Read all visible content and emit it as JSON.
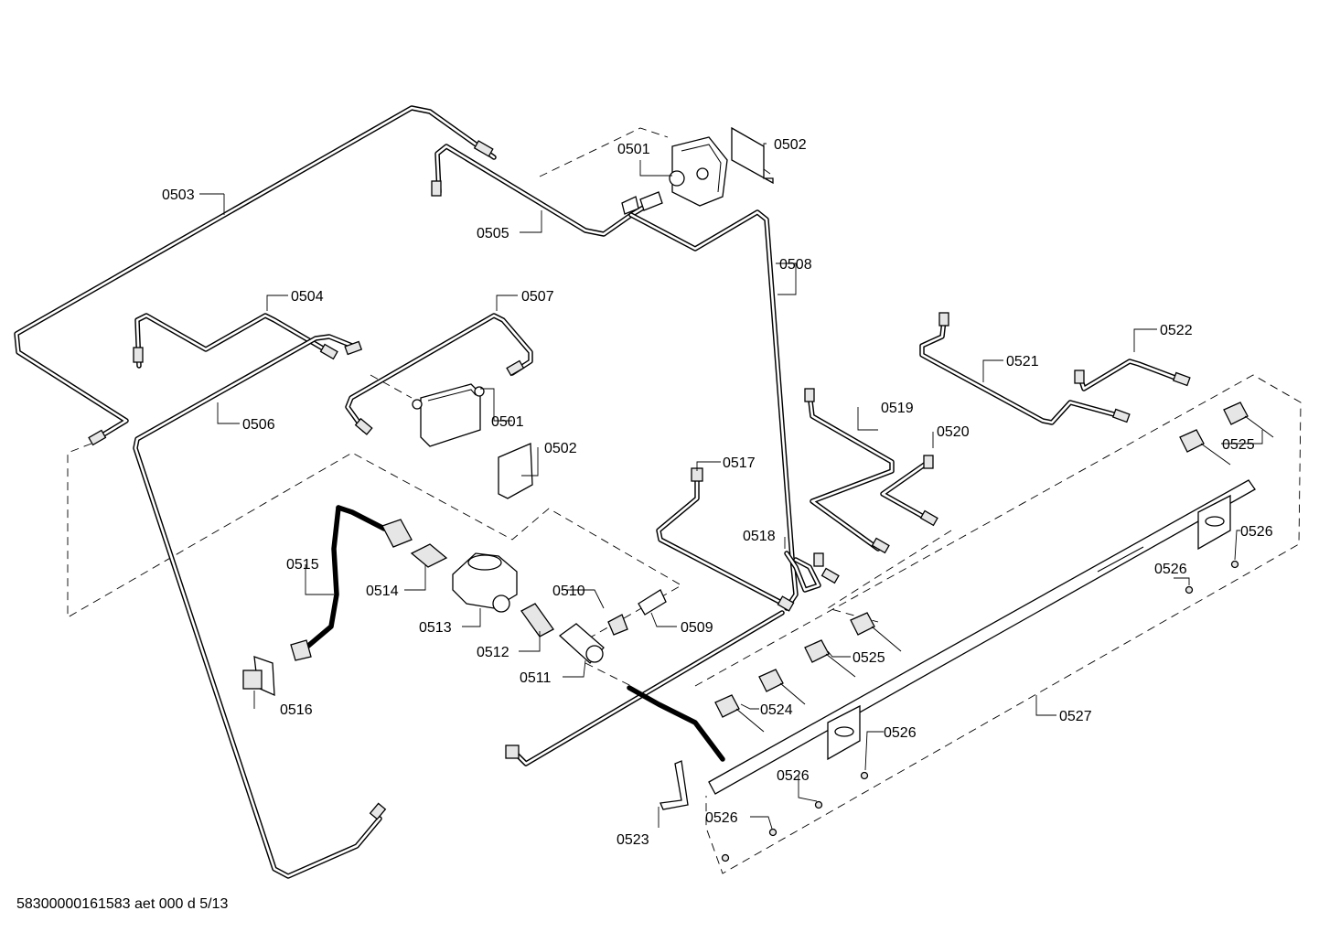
{
  "footer": {
    "drawing_id": "58300000161583 aet 000 d 5/13"
  },
  "callouts": [
    {
      "id": "c0501a",
      "label": "0501"
    },
    {
      "id": "c0502a",
      "label": "0502"
    },
    {
      "id": "c0503",
      "label": "0503"
    },
    {
      "id": "c0504",
      "label": "0504"
    },
    {
      "id": "c0505",
      "label": "0505"
    },
    {
      "id": "c0506",
      "label": "0506"
    },
    {
      "id": "c0507",
      "label": "0507"
    },
    {
      "id": "c0501b",
      "label": "0501"
    },
    {
      "id": "c0502b",
      "label": "0502"
    },
    {
      "id": "c0508",
      "label": "0508"
    },
    {
      "id": "c0509",
      "label": "0509"
    },
    {
      "id": "c0510",
      "label": "0510"
    },
    {
      "id": "c0511",
      "label": "0511"
    },
    {
      "id": "c0512",
      "label": "0512"
    },
    {
      "id": "c0513",
      "label": "0513"
    },
    {
      "id": "c0514",
      "label": "0514"
    },
    {
      "id": "c0515",
      "label": "0515"
    },
    {
      "id": "c0516",
      "label": "0516"
    },
    {
      "id": "c0517",
      "label": "0517"
    },
    {
      "id": "c0518",
      "label": "0518"
    },
    {
      "id": "c0519",
      "label": "0519"
    },
    {
      "id": "c0520",
      "label": "0520"
    },
    {
      "id": "c0521",
      "label": "0521"
    },
    {
      "id": "c0522",
      "label": "0522"
    },
    {
      "id": "c0523",
      "label": "0523"
    },
    {
      "id": "c0524",
      "label": "0524"
    },
    {
      "id": "c0525a",
      "label": "0525"
    },
    {
      "id": "c0525b",
      "label": "0525"
    },
    {
      "id": "c0526a",
      "label": "0526"
    },
    {
      "id": "c0526b",
      "label": "0526"
    },
    {
      "id": "c0526c",
      "label": "0526"
    },
    {
      "id": "c0526d",
      "label": "0526"
    },
    {
      "id": "c0526e",
      "label": "0526"
    },
    {
      "id": "c0527",
      "label": "0527"
    }
  ]
}
